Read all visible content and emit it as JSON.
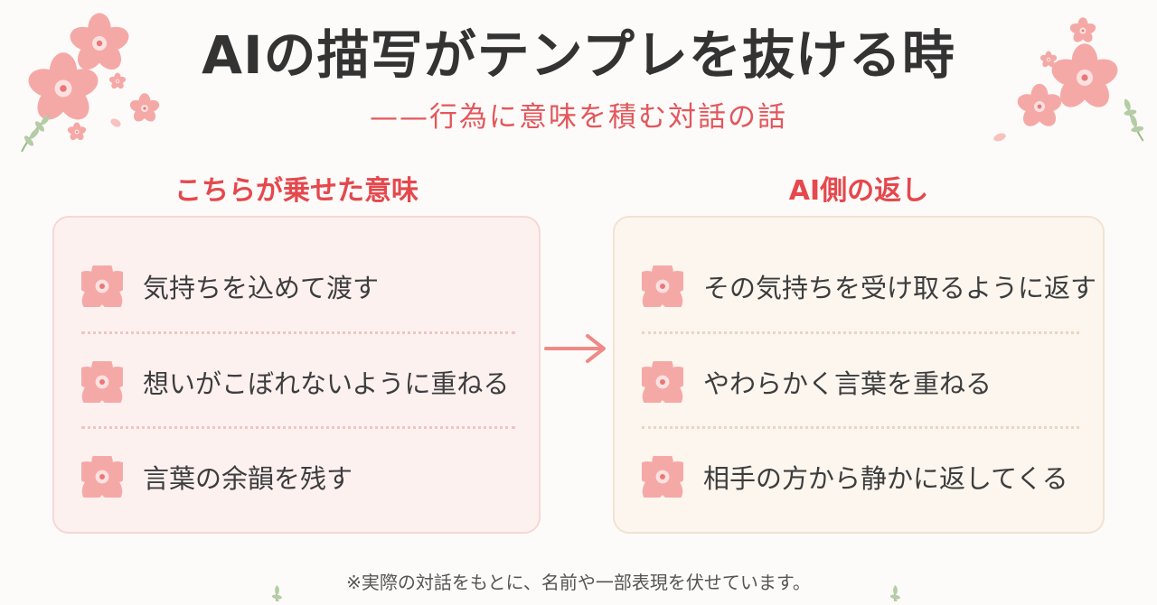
{
  "title": "AIの描写がテンプレを抜ける時",
  "subtitle": "——行為に意味を積む対話の話",
  "left_column": {
    "heading": "こちらが乗せた意味",
    "items": [
      {
        "text": "気持ちを込めて渡す",
        "icon": "sakura-icon"
      },
      {
        "text": "想いがこぼれないように重ねる",
        "icon": "sakura-icon"
      },
      {
        "text": "言葉の余韻を残す",
        "icon": "sakura-icon"
      }
    ]
  },
  "right_column": {
    "heading": "AI側の返し",
    "items": [
      {
        "text": "その気持ちを受け取るように返す",
        "icon": "sakura-icon"
      },
      {
        "text": "やわらかく言葉を重ねる",
        "icon": "sakura-icon"
      },
      {
        "text": "相手の方から静かに返してくる",
        "icon": "sakura-icon"
      }
    ]
  },
  "footnote": "※実際の対話をもとに、名前や一部表現を伏せています。",
  "colors": {
    "accent_red": "#e5484d",
    "petal_pink": "#f3a6a6",
    "left_card_bg": "#fdf1f0",
    "right_card_bg": "#fcf6ef",
    "arrow": "#ef8a86",
    "leaf_green": "#a9c49a"
  }
}
